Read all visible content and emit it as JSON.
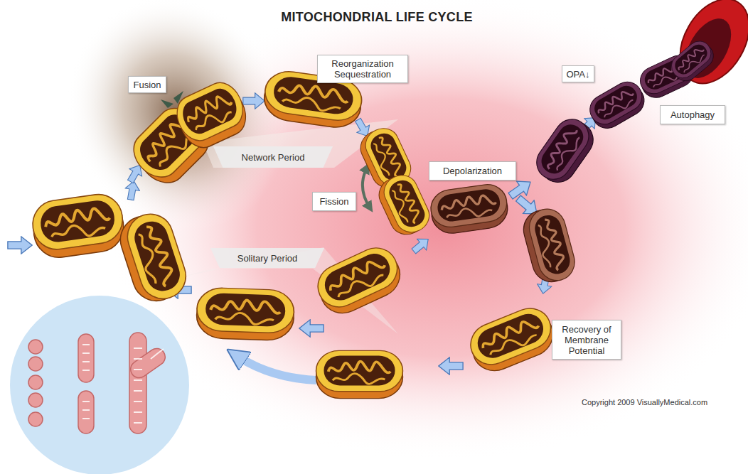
{
  "diagram": {
    "title": "MITOCHONDRIAL LIFE CYCLE",
    "nodes": [
      {
        "text": [
          "Fusion"
        ]
      },
      {
        "text": [
          "Reorganization Sequestration"
        ]
      },
      {
        "text": [
          "Network Period"
        ]
      },
      {
        "text": [
          "Fission"
        ]
      },
      {
        "text": [
          "Depolarization"
        ]
      },
      {
        "text": [
          "OPA↓"
        ]
      },
      {
        "text": [
          "Autophagy"
        ]
      },
      {
        "text": [
          "Solitary Period"
        ]
      },
      {
        "text": [
          "Recovery of Membrane Potential"
        ]
      }
    ],
    "labels": [
      "Copyright 2009 VisuallyMedical.com"
    ]
  }
}
